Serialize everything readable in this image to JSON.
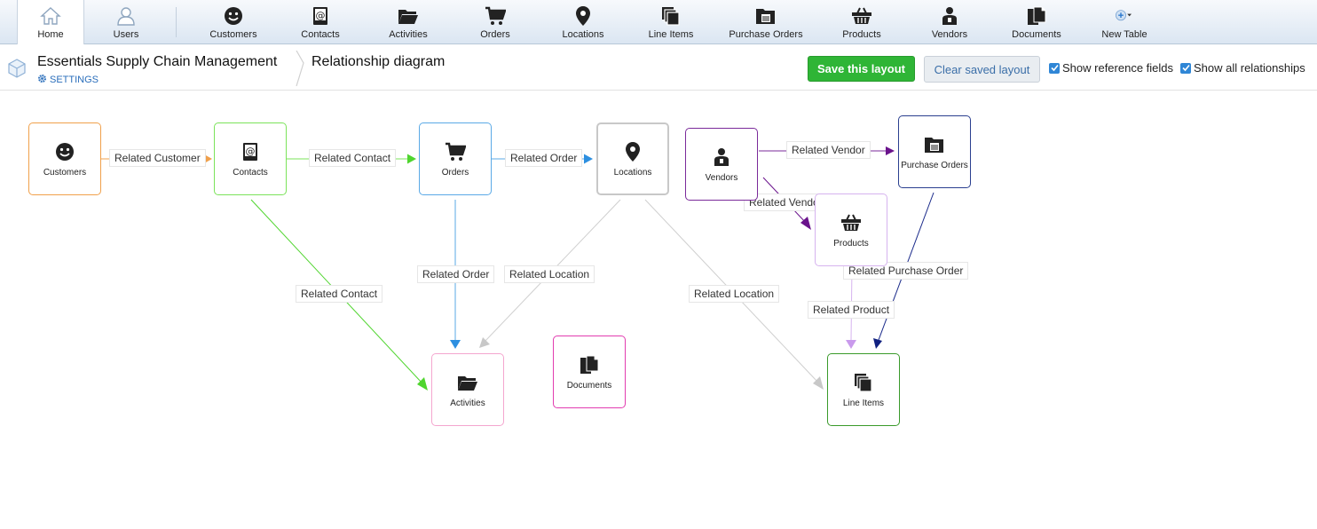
{
  "nav": {
    "items": [
      {
        "label": "Home",
        "icon": "home-icon"
      },
      {
        "label": "Users",
        "icon": "user-icon"
      },
      {
        "label": "Customers",
        "icon": "smiley-icon"
      },
      {
        "label": "Contacts",
        "icon": "address-book-icon"
      },
      {
        "label": "Activities",
        "icon": "folder-icon"
      },
      {
        "label": "Orders",
        "icon": "cart-icon"
      },
      {
        "label": "Locations",
        "icon": "map-pin-icon"
      },
      {
        "label": "Line Items",
        "icon": "stacked-pages-icon"
      },
      {
        "label": "Purchase Orders",
        "icon": "cabinet-folder-icon"
      },
      {
        "label": "Products",
        "icon": "basket-icon"
      },
      {
        "label": "Vendors",
        "icon": "person-badge-icon"
      },
      {
        "label": "Documents",
        "icon": "documents-icon"
      },
      {
        "label": "New Table",
        "icon": "plus-circle-icon"
      }
    ]
  },
  "header": {
    "app_title": "Essentials Supply Chain Management",
    "settings_label": "SETTINGS",
    "page_title": "Relationship diagram",
    "save_label": "Save this layout",
    "clear_label": "Clear saved layout",
    "show_reference_fields": "Show reference fields",
    "show_all_relationships": "Show all relationships"
  },
  "diagram": {
    "nodes": {
      "customers": {
        "label": "Customers",
        "color": "#f0a04b"
      },
      "contacts": {
        "label": "Contacts",
        "color": "#7be35a"
      },
      "orders": {
        "label": "Orders",
        "color": "#5aa9e6"
      },
      "locations": {
        "label": "Locations",
        "color": "#c8c8c8"
      },
      "vendors": {
        "label": "Vendors",
        "color": "#7a2a9a"
      },
      "purchase_orders": {
        "label": "Purchase Orders",
        "color": "#2a3f8f"
      },
      "products": {
        "label": "Products",
        "color": "#d6b3ef"
      },
      "activities": {
        "label": "Activities",
        "color": "#f4a6cf"
      },
      "documents": {
        "label": "Documents",
        "color": "#e23cb0"
      },
      "line_items": {
        "label": "Line Items",
        "color": "#3a9a2a"
      }
    },
    "edges": {
      "customer_to_contacts": "Related Customer",
      "contact_to_orders": "Related Contact",
      "order_to_locations": "Related Order",
      "vendor_to_purchase_orders": "Related Vendor",
      "vendor_to_products": "Related Vendor",
      "contact_to_activities": "Related Contact",
      "order_to_activities": "Related Order",
      "location_to_activities": "Related Location",
      "location_to_line_items": "Related Location",
      "purchase_order_to_line_items": "Related Purchase Order",
      "product_to_line_items": "Related Product"
    }
  }
}
